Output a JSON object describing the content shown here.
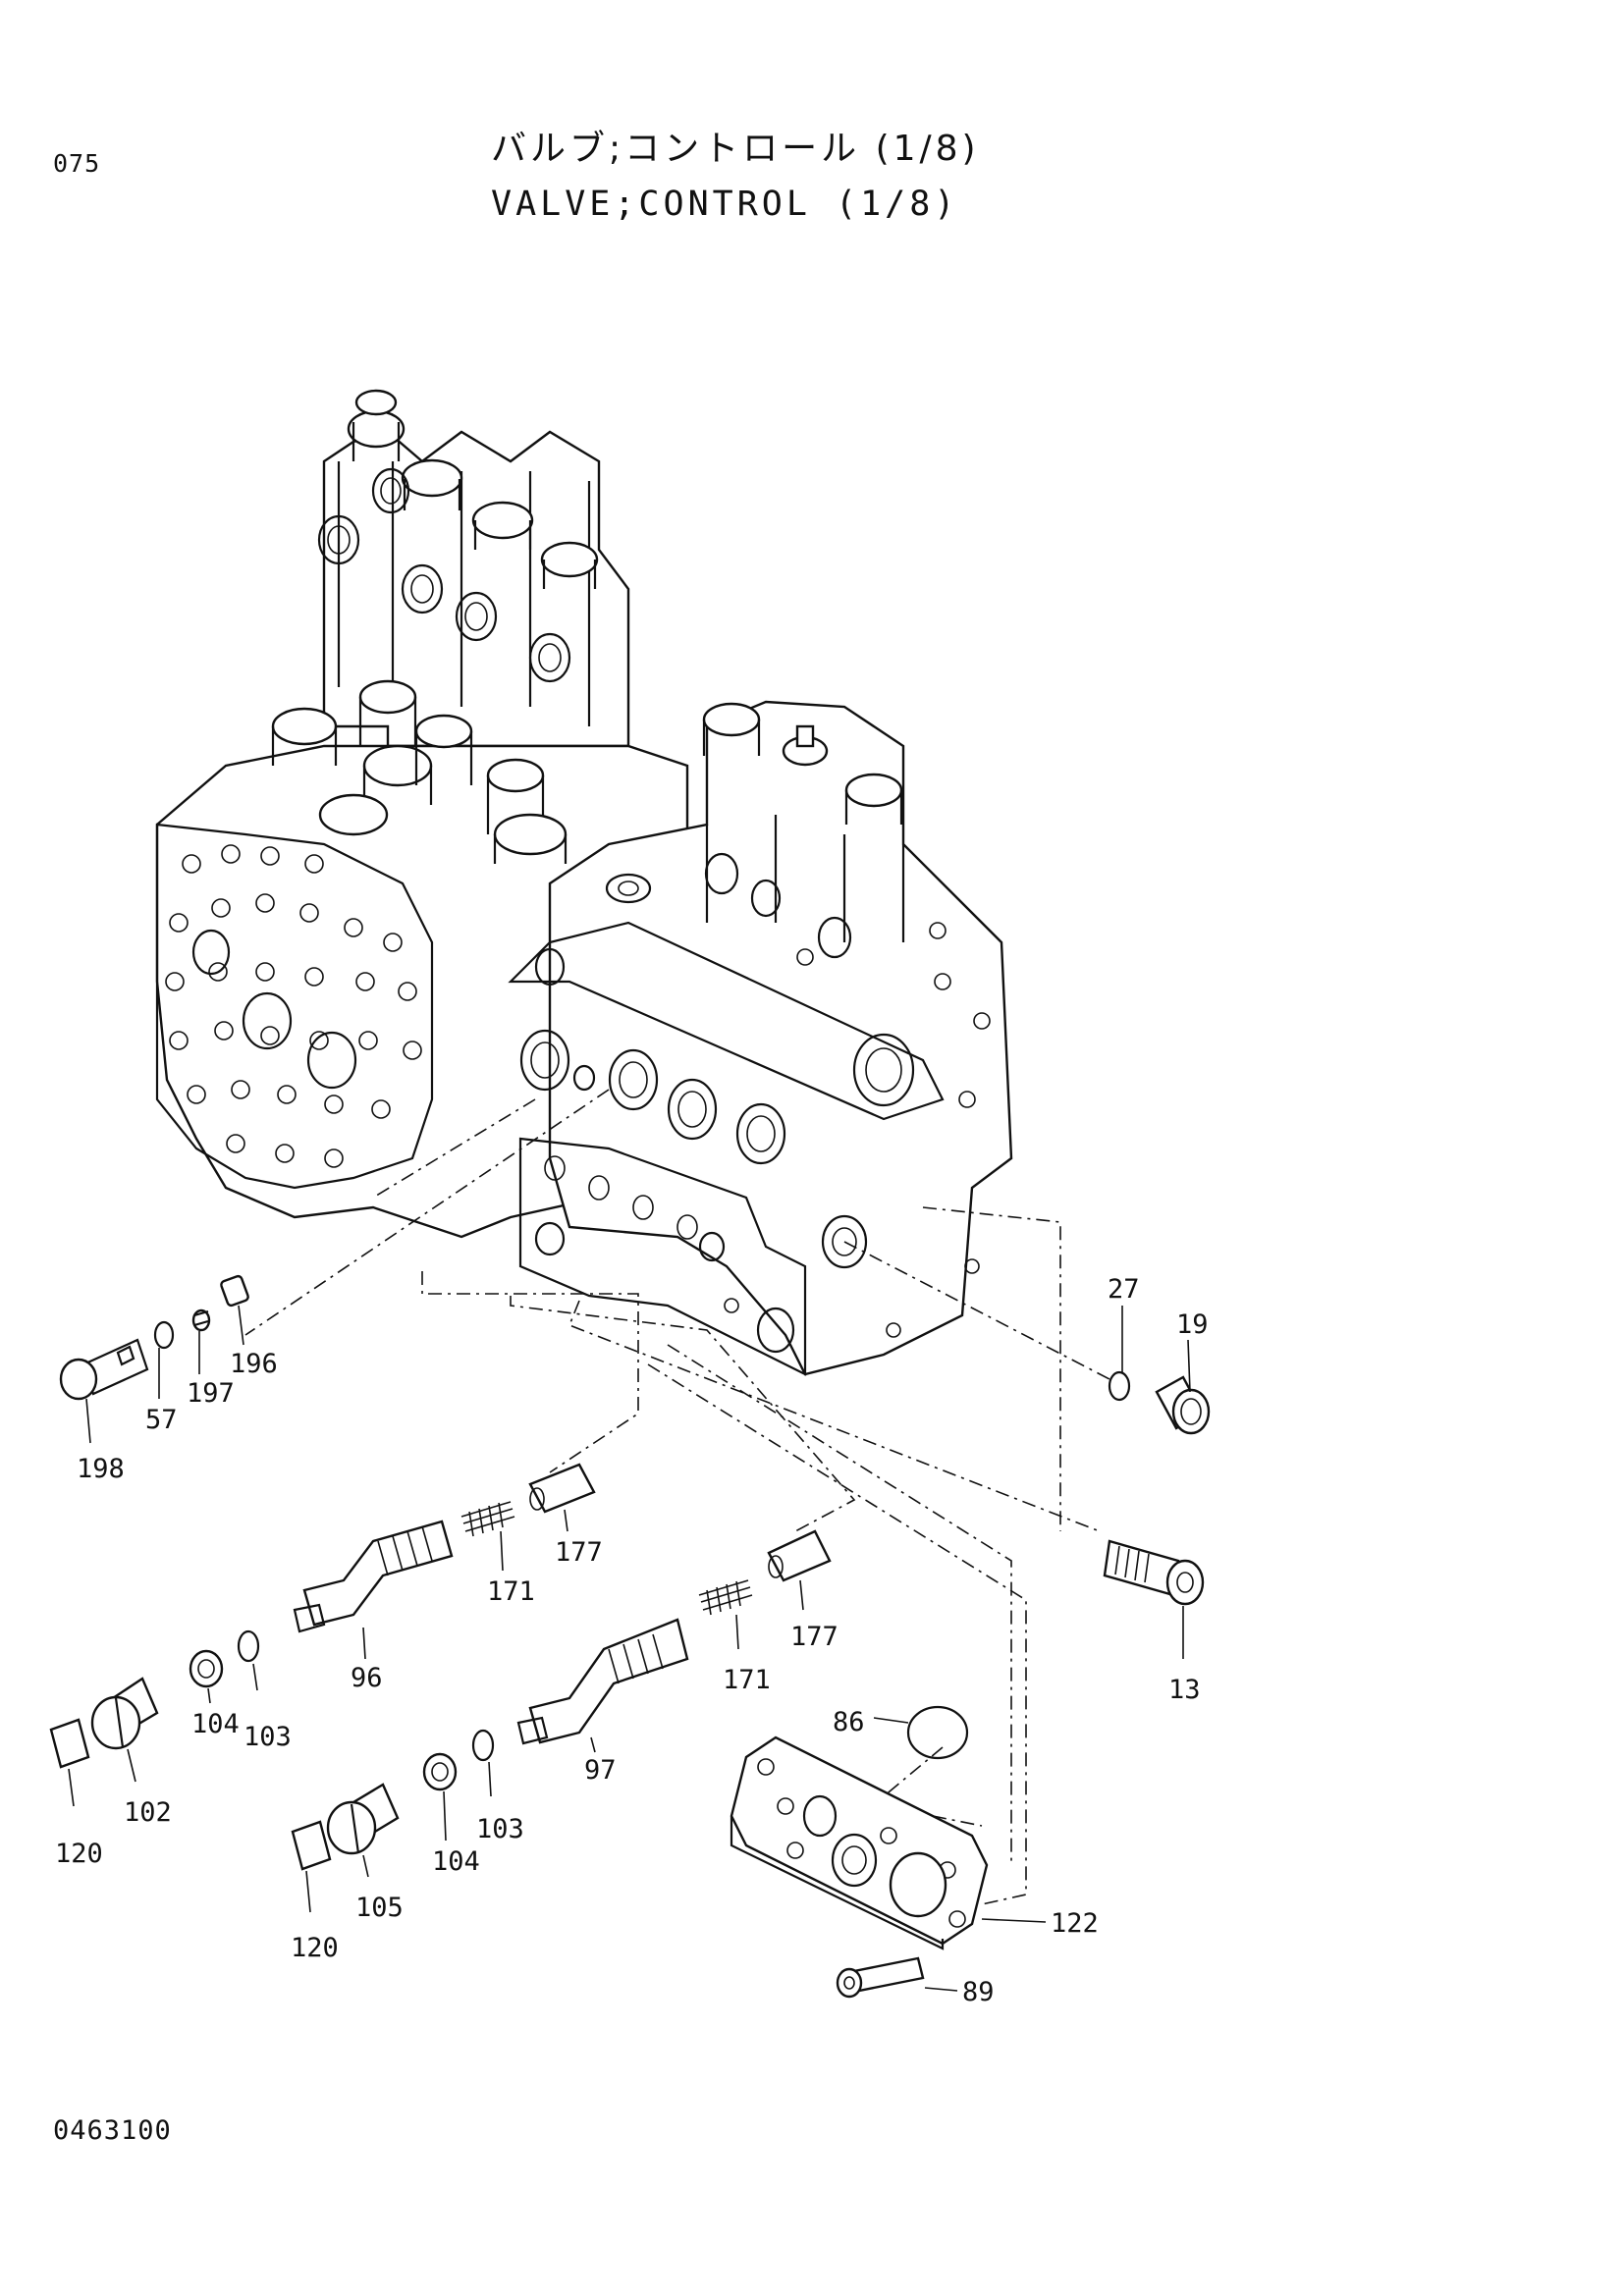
{
  "page_number": "075",
  "title_jp": "バルブ;コントロール (1/8)",
  "title_en": "VALVE;CONTROL (1/8)",
  "drawing_number": "0463100",
  "callouts": [
    {
      "id": "c198",
      "label": "198"
    },
    {
      "id": "c57",
      "label": "57"
    },
    {
      "id": "c197",
      "label": "197"
    },
    {
      "id": "c196",
      "label": "196"
    },
    {
      "id": "c27",
      "label": "27"
    },
    {
      "id": "c19",
      "label": "19"
    },
    {
      "id": "c177a",
      "label": "177"
    },
    {
      "id": "c171a",
      "label": "171"
    },
    {
      "id": "c96",
      "label": "96"
    },
    {
      "id": "c103a",
      "label": "103"
    },
    {
      "id": "c104a",
      "label": "104"
    },
    {
      "id": "c102",
      "label": "102"
    },
    {
      "id": "c120a",
      "label": "120"
    },
    {
      "id": "c177b",
      "label": "177"
    },
    {
      "id": "c171b",
      "label": "171"
    },
    {
      "id": "c13",
      "label": "13"
    },
    {
      "id": "c86",
      "label": "86"
    },
    {
      "id": "c97",
      "label": "97"
    },
    {
      "id": "c103b",
      "label": "103"
    },
    {
      "id": "c104b",
      "label": "104"
    },
    {
      "id": "c105",
      "label": "105"
    },
    {
      "id": "c120b",
      "label": "120"
    },
    {
      "id": "c122",
      "label": "122"
    },
    {
      "id": "c89",
      "label": "89"
    }
  ]
}
